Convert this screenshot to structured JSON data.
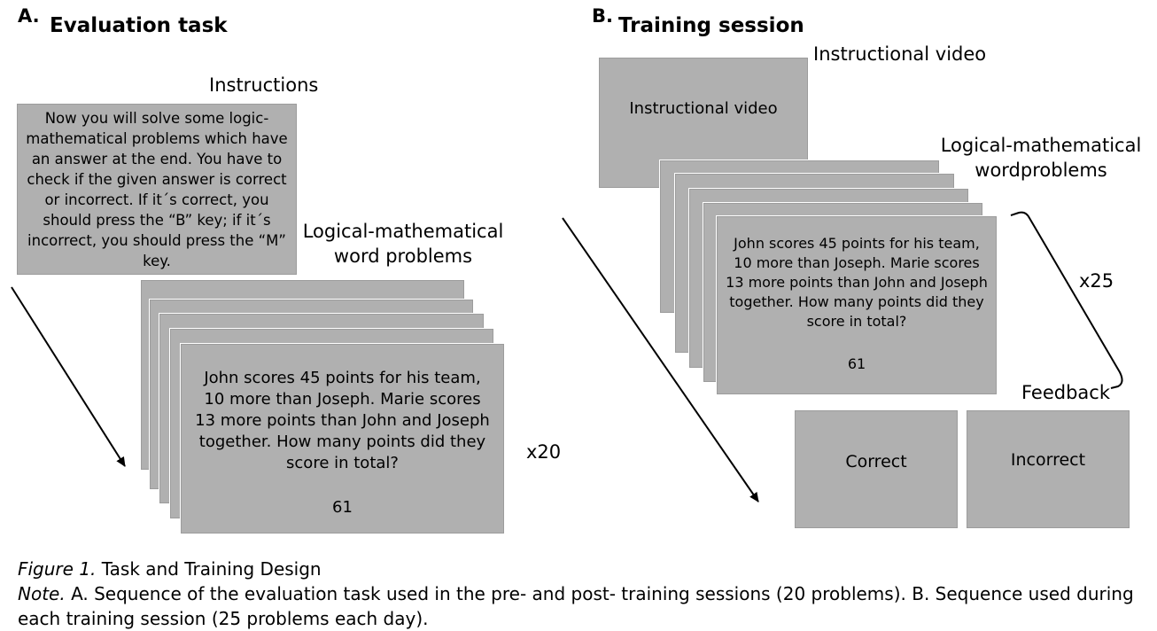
{
  "panel_a": {
    "letter": "A.",
    "title": "Evaluation task",
    "instructions_label": "Instructions",
    "instructions_text": "Now you will solve some logic-mathematical problems which have an answer at the end. You have to check if the given answer is correct or incorrect. If it´s correct, you should press the “B” key; if it´s incorrect, you should press the “M” key.",
    "problems_label_line1": "Logical-mathematical",
    "problems_label_line2": "word problems",
    "problem_text": "John scores 45 points for his team, 10 more than Joseph. Marie scores 13 more points than John and Joseph together.  How many points did they score in total?",
    "answer": "61",
    "repeat": "x20"
  },
  "panel_b": {
    "letter": "B.",
    "title": "Training session",
    "video_label": "Instructional video",
    "video_card_text": "Instructional video",
    "problems_label_line1": "Logical-mathematical",
    "problems_label_line2": "wordproblems",
    "problem_text": "John scores 45 points for his team, 10 more than Joseph. Marie scores 13 more points than John and Joseph together.  How many points did they score in total?",
    "answer": "61",
    "repeat": "x25",
    "feedback_label": "Feedback",
    "feedback_correct": "Correct",
    "feedback_incorrect": "Incorrect"
  },
  "caption": {
    "figure_label": "Figure 1.",
    "figure_title": "Task and Training Design",
    "note_label": "Note.",
    "note_text": "A. Sequence of the evaluation task used in the pre- and post- training sessions (20 problems). B. Sequence used during each training session (25 problems each day)."
  },
  "colors": {
    "card": "#b0b0b0",
    "card_border": "#9c9c9c",
    "arrow": "#000000"
  }
}
